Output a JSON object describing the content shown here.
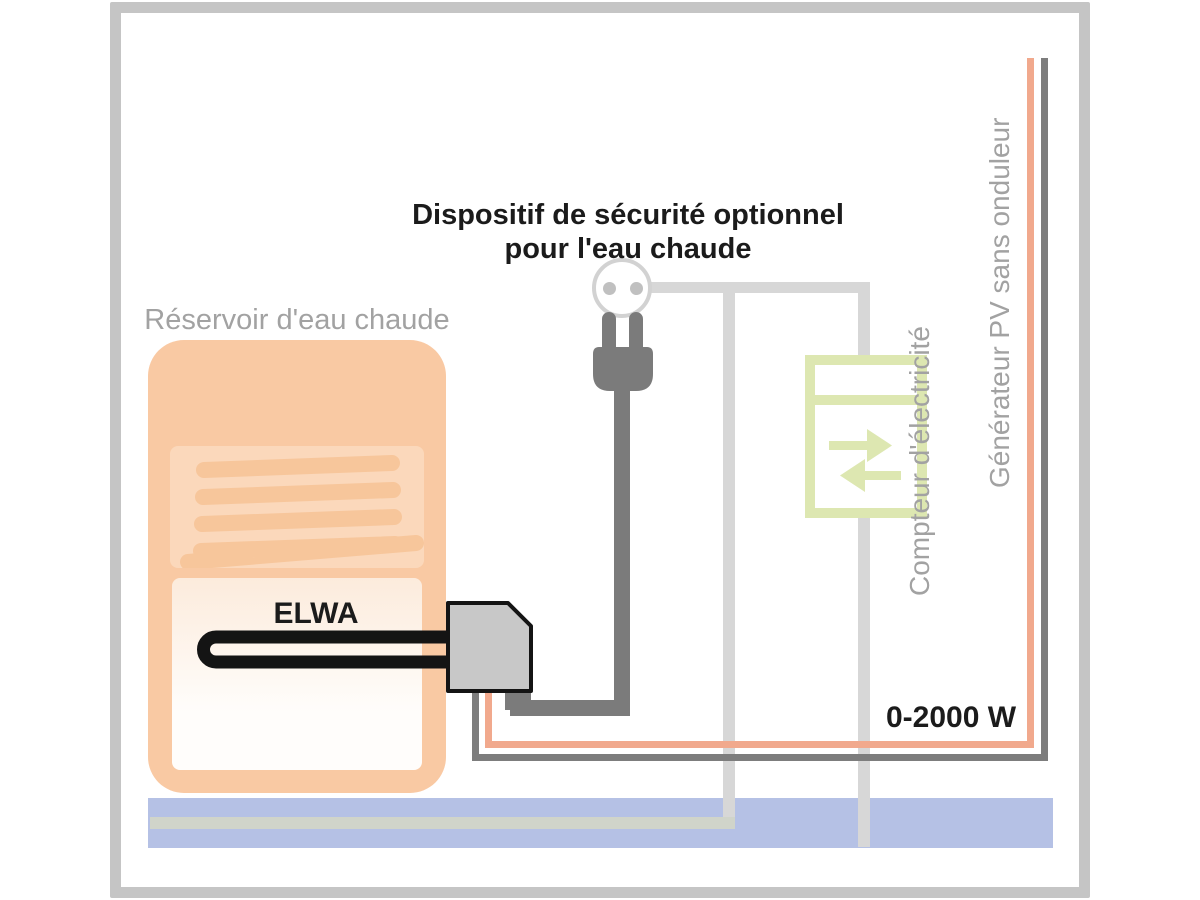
{
  "diagram": {
    "title_line1": "Dispositif de sécurité optionnel",
    "title_line2": "pour l'eau chaude",
    "tank_label": "Réservoir d'eau chaude",
    "element_label": "ELWA",
    "meter_label": "Compteur d'électricité",
    "pv_label": "Générateur PV sans onduleur",
    "power_label": "0-2000 W"
  },
  "colors": {
    "frame": "#c5c5c5",
    "tank": "#f9c9a3",
    "tank-panel": "#fbd8bb",
    "coil": "#f7c69b",
    "blue-bar": "#b5c1e5",
    "stripe": "#d0d4ca",
    "circuit": "#d7d7d7",
    "wire-salmon": "#f1a98d",
    "wire-gray": "#7d7d7d",
    "cord": "#7b7b7b",
    "meter-green": "#dde7b1",
    "socket-ring": "#d2d2d2",
    "socket-dot": "#c0c0c0",
    "elwa-box-fill": "#c8c8c8",
    "element-black": "#141414",
    "text-dark": "#1b1b1b",
    "text-gray": "#a2a2a2"
  }
}
